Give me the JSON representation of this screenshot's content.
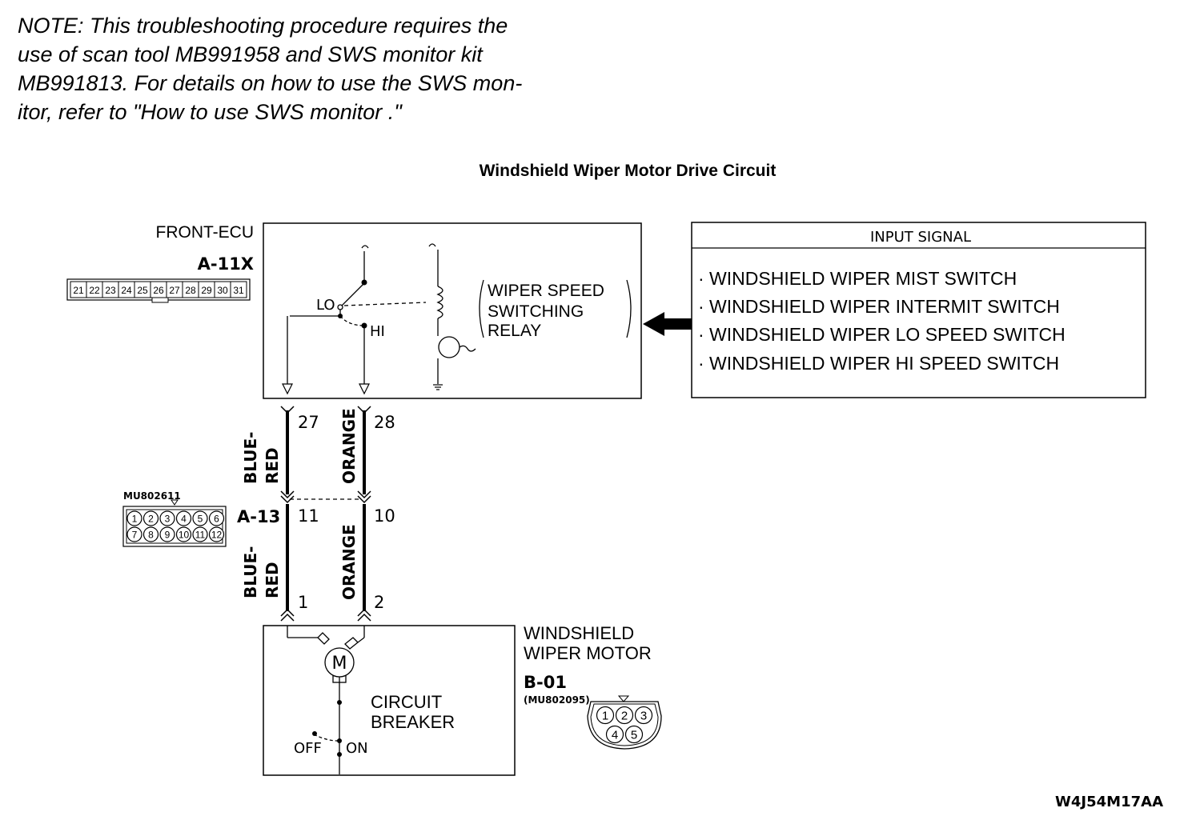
{
  "note": {
    "lines": [
      "NOTE: This troubleshooting procedure requires the",
      "use of scan tool MB991958 and SWS monitor kit",
      "MB991813. For details on how to use the SWS mon-",
      "itor, refer to \"How to use SWS monitor .\""
    ]
  },
  "diagram": {
    "title": "Windshield Wiper Motor Drive Circuit",
    "front_ecu": {
      "label": "FRONT-ECU",
      "connector_id": "A-11X",
      "pins": [
        "21",
        "22",
        "23",
        "24",
        "25",
        "26",
        "27",
        "28",
        "29",
        "30",
        "31"
      ],
      "relay_label_lines": [
        "WIPER SPEED",
        "SWITCHING",
        "RELAY"
      ],
      "lo_label": "LO",
      "hi_label": "HI"
    },
    "input_signal": {
      "header": "INPUT SIGNAL",
      "items": [
        "· WINDSHIELD WIPER MIST SWITCH",
        "· WINDSHIELD WIPER INTERMIT SWITCH",
        "· WINDSHIELD WIPER LO SPEED SWITCH",
        "· WINDSHIELD WIPER HI SPEED SWITCH"
      ]
    },
    "wires": {
      "left": {
        "color_lines": [
          "BLUE-",
          "RED"
        ],
        "pin_top": "27",
        "pin_mid": "11",
        "pin_bottom": "1"
      },
      "right": {
        "color": "ORANGE",
        "pin_top": "28",
        "pin_mid": "10",
        "pin_bottom": "2"
      }
    },
    "intermediate_connector": {
      "part_number": "MU802611",
      "connector_id": "A-13",
      "pins_row1": [
        "1",
        "2",
        "3",
        "4",
        "5",
        "6"
      ],
      "pins_row2": [
        "7",
        "8",
        "9",
        "10",
        "11",
        "12"
      ]
    },
    "motor": {
      "label_lines": [
        "WINDSHIELD",
        "WIPER MOTOR"
      ],
      "symbol": "M",
      "connector_id": "B-01",
      "part_number": "(MU802095)",
      "pins_row1": [
        "1",
        "2",
        "3"
      ],
      "pins_row2": [
        "4",
        "5"
      ],
      "breaker_lines": [
        "CIRCUIT",
        "BREAKER"
      ],
      "off_label": "OFF",
      "on_label": "ON"
    },
    "figure_code": "W4J54M17AA"
  }
}
